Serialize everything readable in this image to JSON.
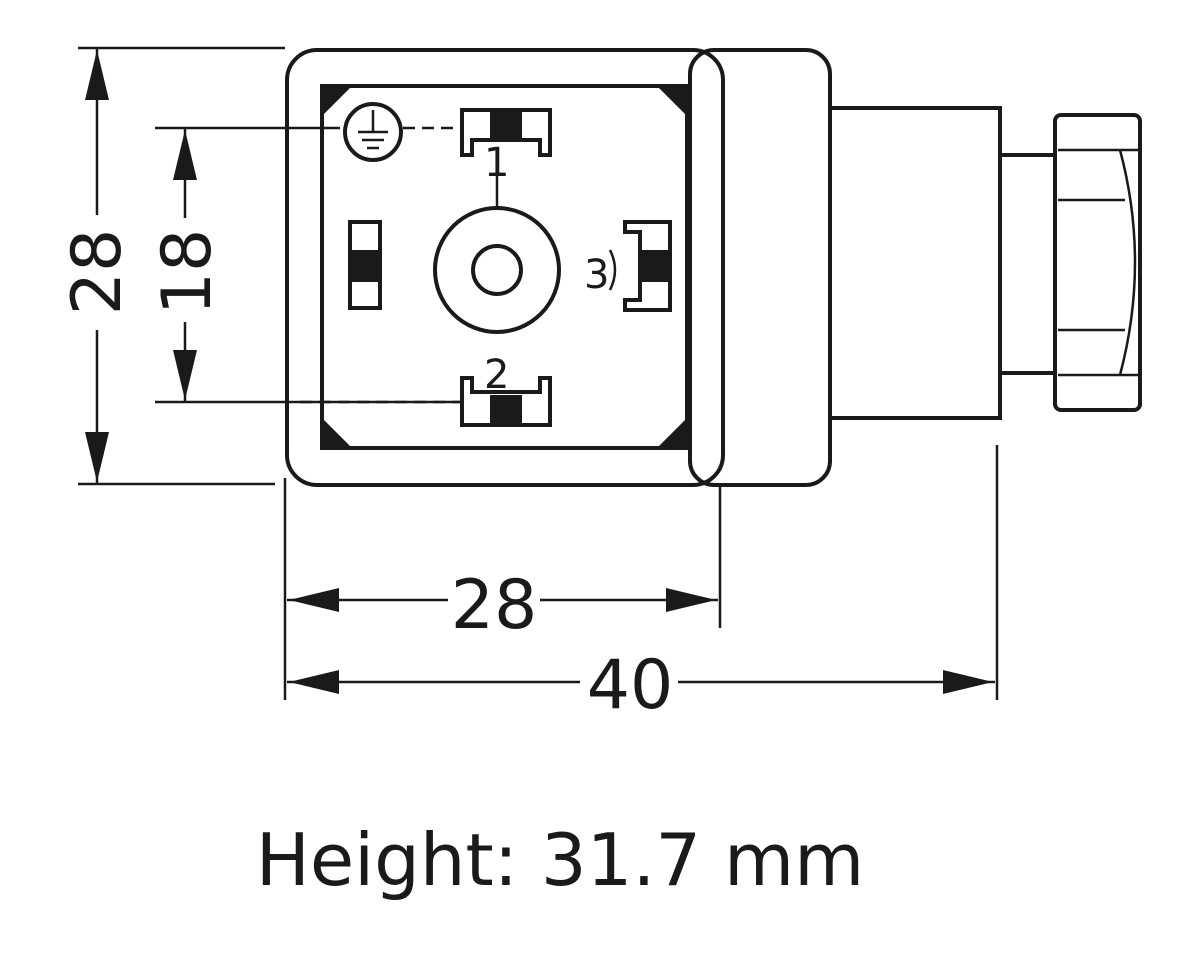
{
  "dimensions": {
    "overall_height": "28",
    "pin_spacing": "18",
    "body_width": "28",
    "total_length": "40"
  },
  "pins": {
    "pin1": "1",
    "pin2": "2",
    "pin3": "3"
  },
  "icons": {
    "ground": "ground-symbol-icon"
  },
  "caption": "Height: 31.7 mm"
}
